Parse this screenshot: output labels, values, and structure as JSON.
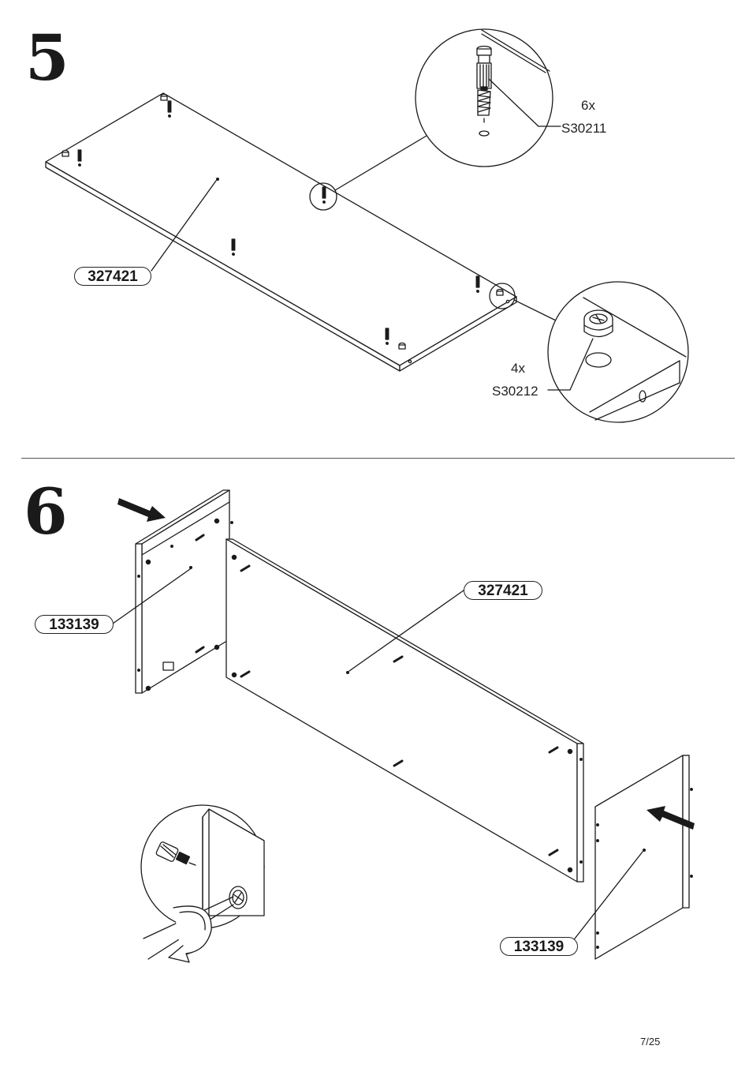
{
  "steps": [
    {
      "number": "5",
      "panel_label": "327421",
      "parts": [
        {
          "qty": "6x",
          "code": "S30211",
          "icon": "cam-bolt-icon"
        },
        {
          "qty": "4x",
          "code": "S30212",
          "icon": "cam-lock-icon"
        }
      ]
    },
    {
      "number": "6",
      "labels": {
        "back_panel": "327421",
        "left_side": "133139",
        "right_side": "133139"
      },
      "icons": [
        "push-arrow-icon",
        "screwdriver-rotation-icon"
      ]
    }
  ],
  "page_number": "7/25"
}
